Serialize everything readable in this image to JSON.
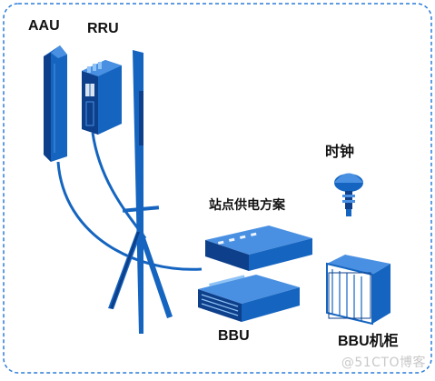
{
  "labels": {
    "aau": "AAU",
    "rru": "RRU",
    "clock": "时钟",
    "power": "站点供电方案",
    "bbu": "BBU",
    "cabinet": "BBU机柜"
  },
  "watermark": "@51CTO博客",
  "colors": {
    "border": "#2b7bd9",
    "primary": "#1565c0",
    "light": "#4a90e2",
    "dark": "#0d3f8a",
    "highlight": "#8fc3f5"
  },
  "icons": {
    "aau": "antenna-panel-icon",
    "rru": "radio-unit-icon",
    "tower": "tower-pole-icon",
    "clock": "gps-antenna-icon",
    "power": "power-supply-icon",
    "bbu": "baseband-unit-icon",
    "cabinet": "server-cabinet-icon"
  }
}
